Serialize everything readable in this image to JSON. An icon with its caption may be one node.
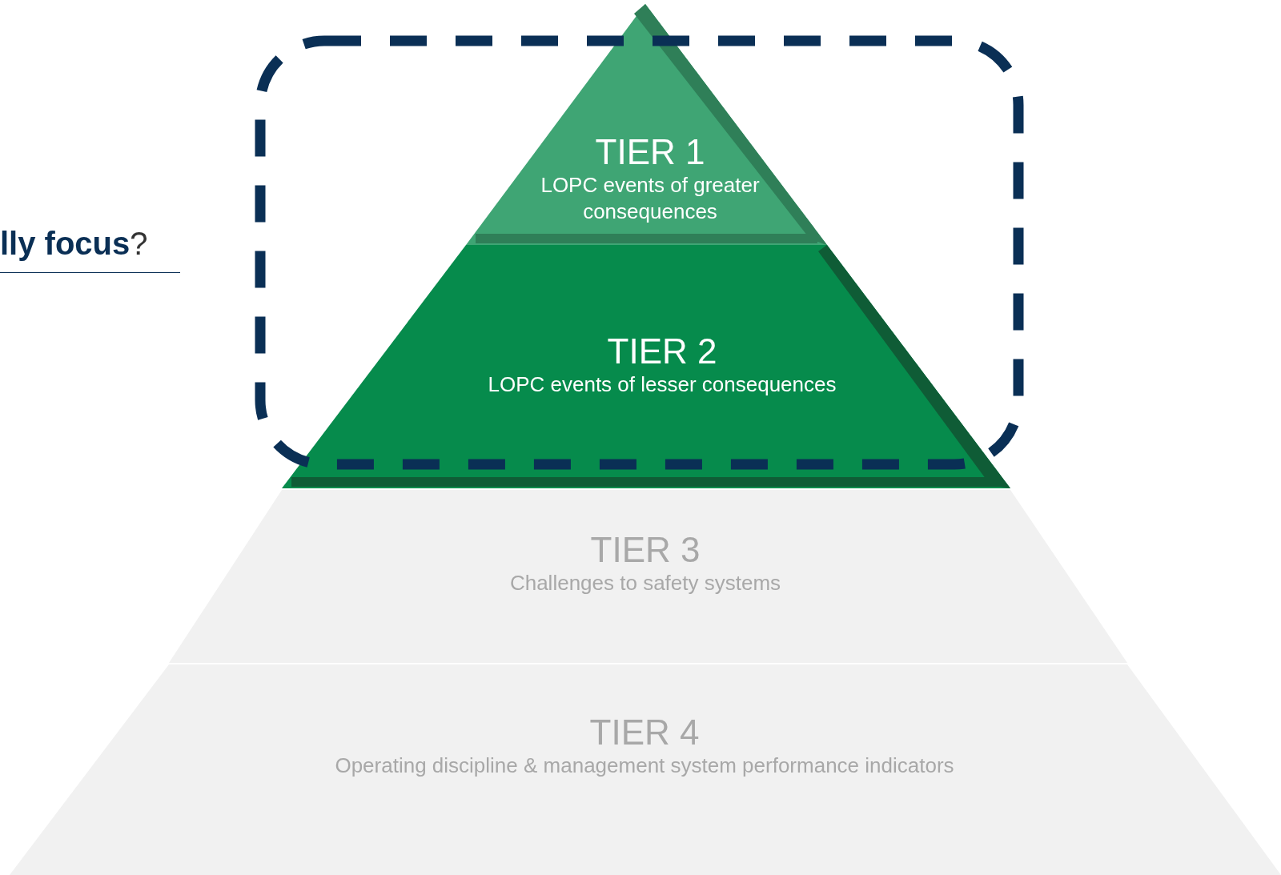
{
  "diagram": {
    "nodes": [
      {
        "text": [
          "TIER 1",
          "LOPC events of greater consequences"
        ]
      },
      {
        "text": [
          "TIER 2",
          "LOPC events of lesser consequences"
        ]
      },
      {
        "text": [
          "TIER 3",
          "Challenges to safety systems"
        ]
      },
      {
        "text": [
          "TIER 4",
          "Operating discipline & management system performance indicators"
        ]
      }
    ],
    "labels": [
      "**lly focus**?"
    ]
  }
}
